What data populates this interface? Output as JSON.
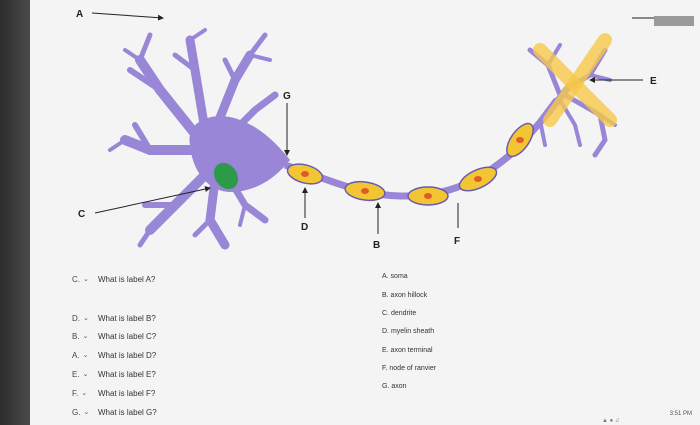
{
  "diagram": {
    "labels": {
      "A": "A",
      "B": "B",
      "C": "C",
      "D": "D",
      "E": "E",
      "F": "F",
      "G": "G"
    }
  },
  "questions": [
    {
      "selected": "C.",
      "text": "What is label A?"
    },
    {
      "selected": "D.",
      "text": "What is label B?"
    },
    {
      "selected": "B.",
      "text": "What is label C?"
    },
    {
      "selected": "A.",
      "text": "What is label D?"
    },
    {
      "selected": "E.",
      "text": "What is label E?"
    },
    {
      "selected": "F.",
      "text": "What is label F?"
    },
    {
      "selected": "G.",
      "text": "What is label G?"
    }
  ],
  "answers": [
    "A. soma",
    "B. axon hillock",
    "C. dendrite",
    "D. myelin sheath",
    "E. axon terminal",
    "F. node of ranvier",
    "G. axon"
  ],
  "taskbar": {
    "clock": "3:51 PM"
  },
  "colors": {
    "neuron": "#9a86d6",
    "nucleus": "#2c9a48",
    "myelin": "#f2c632",
    "myelin_dot": "#e25a2c",
    "highlight": "#f6c84a"
  }
}
